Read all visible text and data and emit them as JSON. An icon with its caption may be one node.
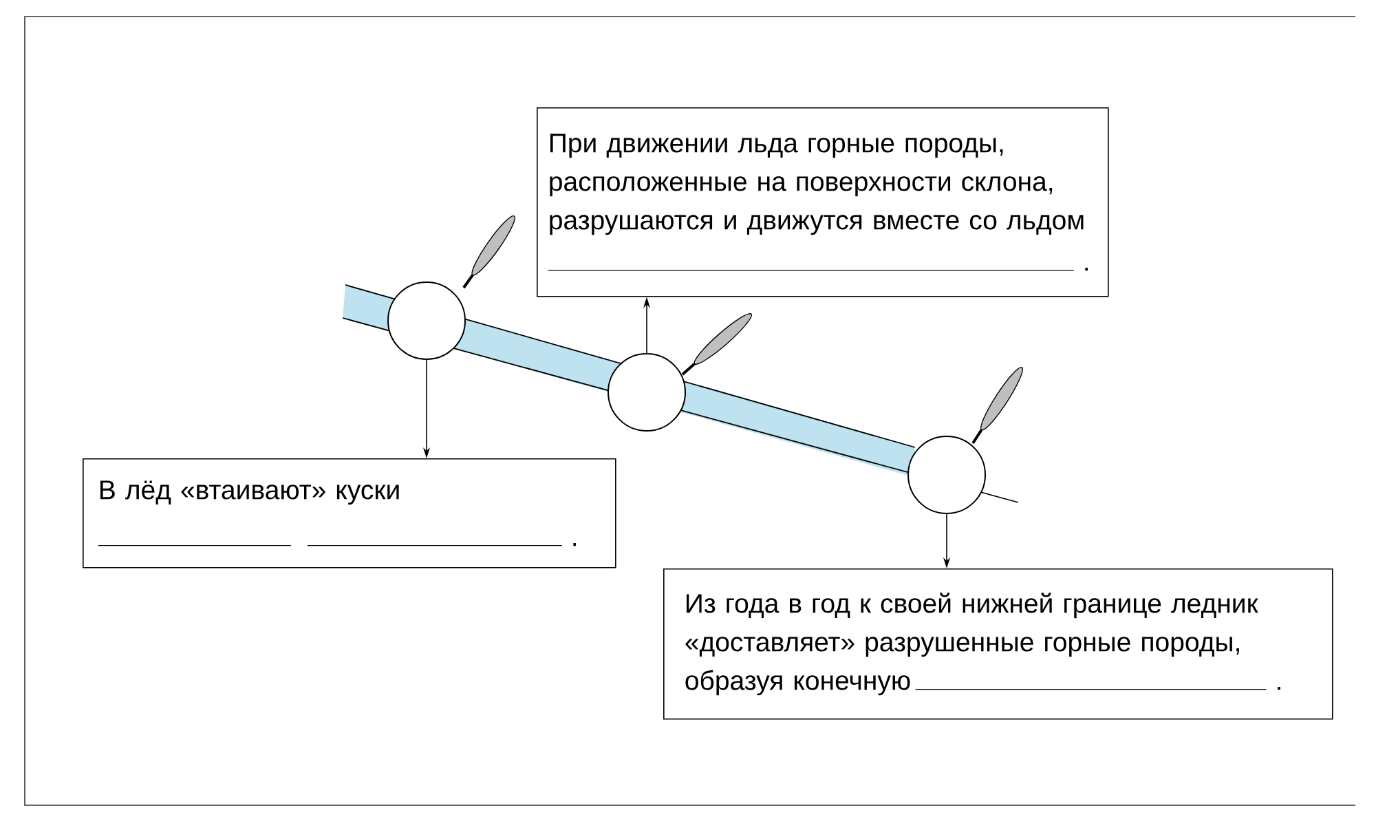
{
  "diagram": {
    "nodes": [
      {
        "text": [],
        "shape": "circle"
      },
      {
        "text": [],
        "shape": "circle"
      },
      {
        "text": [],
        "shape": "circle"
      },
      {
        "text": [
          "При движении льда горные породы, расположенные на поверхности склона, разрушаются и движутся вместе со льдом",
          "."
        ]
      },
      {
        "text": [
          "В лёд «втаивают» куски",
          "."
        ]
      },
      {
        "text": [
          "Из года в год к своей нижней границе ледник «доставляет» разрушенные горные породы, образуя конечную",
          "."
        ]
      }
    ],
    "edges": [
      {
        "from": 0,
        "to": 4,
        "arrow": "to"
      },
      {
        "from": 1,
        "to": 3,
        "arrow": "to"
      },
      {
        "from": 2,
        "to": 5,
        "arrow": "to"
      }
    ]
  }
}
